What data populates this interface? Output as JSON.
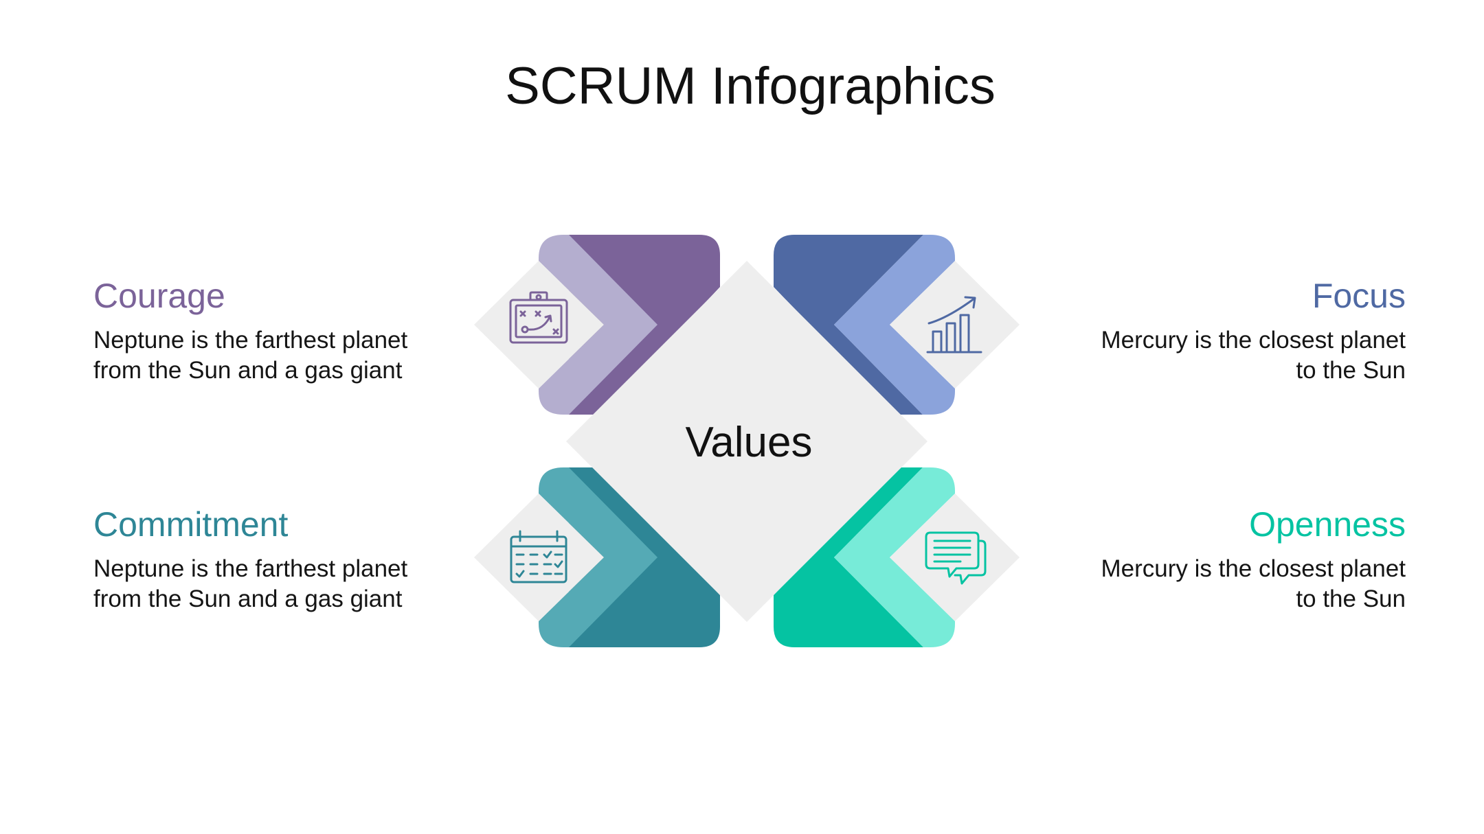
{
  "title": "SCRUM Infographics",
  "center_label": "Values",
  "colors": {
    "courage": "#7B6399",
    "courage_light": "#B4AECF",
    "focus": "#4F69A3",
    "focus_light": "#8BA3DB",
    "commitment": "#2E8696",
    "commitment_light": "#55AAB5",
    "openness": "#05C3A2",
    "openness_light": "#77EBD8",
    "panel": "#EEEEEE"
  },
  "values": [
    {
      "heading": "Courage",
      "lines": [
        "Neptune is the farthest planet",
        "from the Sun and a gas giant"
      ],
      "icon": "strategy-board-icon"
    },
    {
      "heading": "Focus",
      "lines": [
        "Mercury is the closest planet",
        "to the Sun"
      ],
      "icon": "growth-chart-icon"
    },
    {
      "heading": "Commitment",
      "lines": [
        "Neptune is the farthest planet",
        "from the Sun and a gas giant"
      ],
      "icon": "calendar-icon"
    },
    {
      "heading": "Openness",
      "lines": [
        "Mercury is the closest planet",
        "to the Sun"
      ],
      "icon": "chat-bubbles-icon"
    }
  ]
}
